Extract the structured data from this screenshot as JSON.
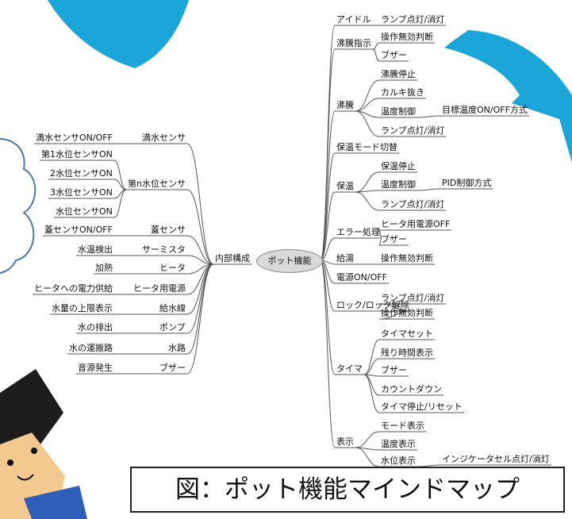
{
  "root": "ポット機能",
  "caption": "図：ポット機能マインドマップ",
  "right": [
    {
      "label": "アイドル",
      "children": [
        {
          "label": "ランプ点灯/消灯"
        }
      ]
    },
    {
      "label": "沸騰指示",
      "children": [
        {
          "label": "操作無効判断"
        },
        {
          "label": "ブザー"
        }
      ]
    },
    {
      "label": "沸騰",
      "children": [
        {
          "label": "沸騰停止"
        },
        {
          "label": "カルキ抜き"
        },
        {
          "label": "温度制御",
          "children": [
            {
              "label": "目標温度ON/OFF方式"
            }
          ]
        },
        {
          "label": "ランプ点灯/消灯"
        }
      ]
    },
    {
      "label": "保温モード切替",
      "children": []
    },
    {
      "label": "保温",
      "children": [
        {
          "label": "保温停止"
        },
        {
          "label": "温度制御",
          "children": [
            {
              "label": "PID制御方式"
            }
          ]
        },
        {
          "label": "ランプ点灯/消灯"
        }
      ]
    },
    {
      "label": "エラー処理",
      "children": [
        {
          "label": "ヒータ用電源OFF"
        },
        {
          "label": "ブザー"
        }
      ]
    },
    {
      "label": "給湯",
      "children": [
        {
          "label": "操作無効判断"
        }
      ]
    },
    {
      "label": "電源ON/OFF",
      "children": []
    },
    {
      "label": "ロック/ロック解除",
      "children": [
        {
          "label": "ランプ点灯/消灯"
        },
        {
          "label": "操作無効判断"
        }
      ]
    },
    {
      "label": "タイマ",
      "children": [
        {
          "label": "タイマセット"
        },
        {
          "label": "残り時間表示"
        },
        {
          "label": "ブザー"
        },
        {
          "label": "カウントダウン"
        },
        {
          "label": "タイマ停止/リセット"
        }
      ]
    },
    {
      "label": "表示",
      "children": [
        {
          "label": "モード表示"
        },
        {
          "label": "温度表示"
        },
        {
          "label": "水位表示",
          "children": [
            {
              "label": "インジケータセル点灯/消灯"
            }
          ]
        }
      ]
    }
  ],
  "left": {
    "label": "内部構成",
    "children": [
      {
        "label": "満水センサ",
        "children": [
          {
            "label": "満水センサON/OFF"
          }
        ]
      },
      {
        "label": "第n水位センサ",
        "children": [
          {
            "label": "第1水位センサON"
          },
          {
            "label": "2水位センサON"
          },
          {
            "label": "3水位センサON"
          },
          {
            "label": "水位センサON"
          }
        ]
      },
      {
        "label": "蓋センサ",
        "children": [
          {
            "label": "蓋センサON/OFF"
          }
        ]
      },
      {
        "label": "サーミスタ",
        "children": [
          {
            "label": "水温検出"
          }
        ]
      },
      {
        "label": "ヒータ",
        "children": [
          {
            "label": "加熱"
          }
        ]
      },
      {
        "label": "ヒータ用電源",
        "children": [
          {
            "label": "ヒータへの電力供給"
          }
        ]
      },
      {
        "label": "給水線",
        "children": [
          {
            "label": "水量の上限表示"
          }
        ]
      },
      {
        "label": "ポンプ",
        "children": [
          {
            "label": "水の排出"
          }
        ]
      },
      {
        "label": "水路",
        "children": [
          {
            "label": "水の運搬路"
          }
        ]
      },
      {
        "label": "ブザー",
        "children": [
          {
            "label": "音源発生"
          }
        ]
      }
    ]
  },
  "colors": {
    "line": "#555555",
    "root_fill": "#d9d9d9",
    "arrow": "#1aa6d8",
    "cloud_stroke": "#4a78a8"
  }
}
